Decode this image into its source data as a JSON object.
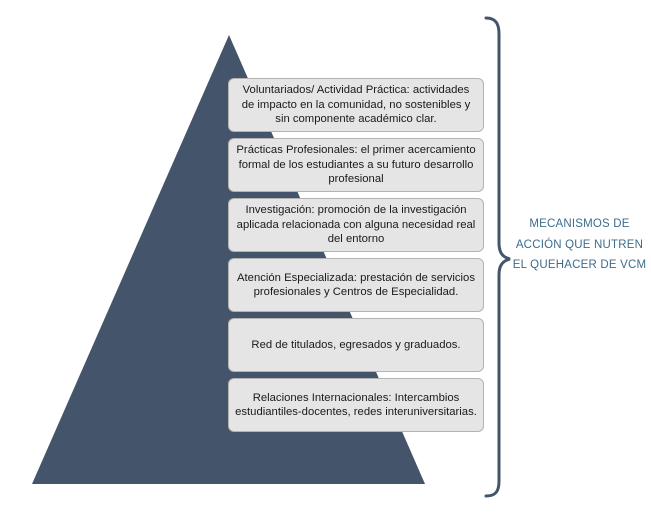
{
  "pyramid": {
    "fill_color": "#44546a",
    "levels": [
      {
        "text": "Voluntariados/ Actividad Práctica: actividades de impacto en la comunidad, no sostenibles y sin componente académico clar."
      },
      {
        "text": "Prácticas Profesionales: el primer acercamiento formal de los estudiantes a su futuro desarrollo profesional"
      },
      {
        "text": "Investigación: promoción de la investigación aplicada relacionada con alguna necesidad real del entorno"
      },
      {
        "text": "Atención Especializada: prestación de servicios profesionales y Centros de Especialidad."
      },
      {
        "text": "Red de titulados, egresados y graduados."
      },
      {
        "text": "Relaciones Internacionales: Intercambios estudiantiles-docentes, redes interuniversitarias."
      }
    ]
  },
  "brace": {
    "color": "#44546a"
  },
  "side_label": {
    "text": "MECANISMOS DE ACCIÓN QUE NUTREN EL QUEHACER DE VCM",
    "color": "#3d6c8e"
  }
}
